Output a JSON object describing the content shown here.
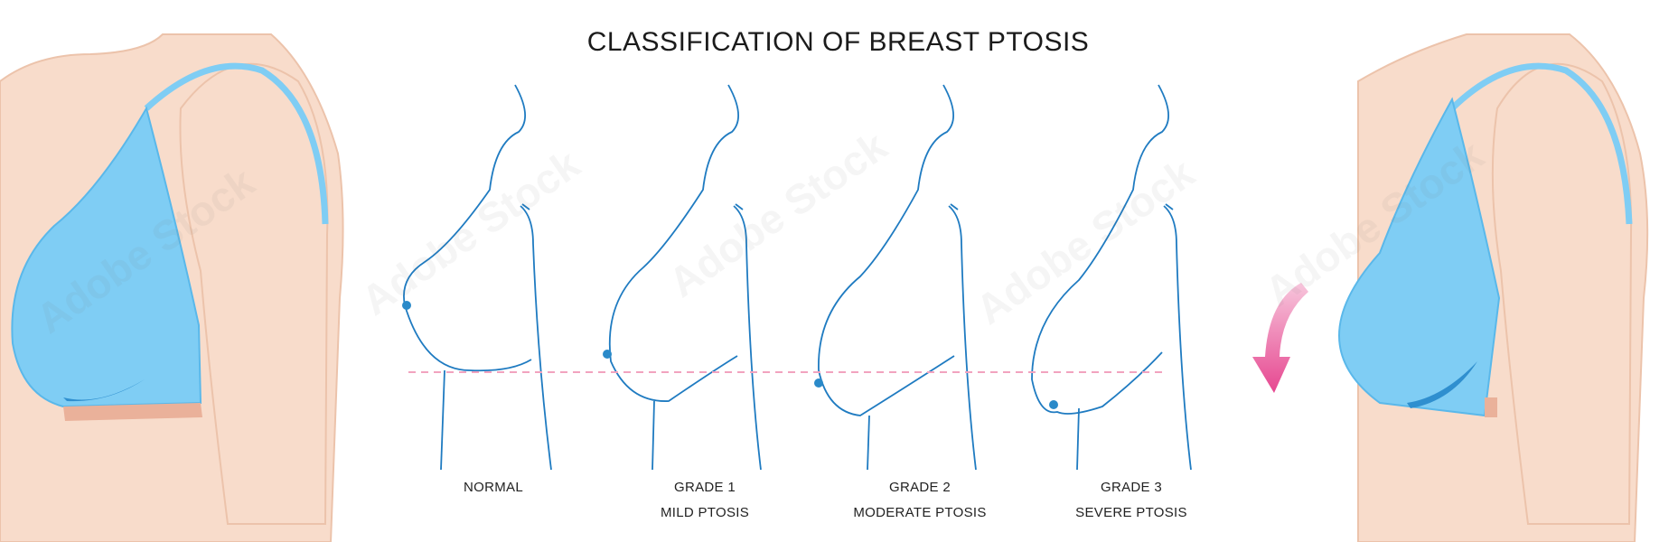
{
  "title": "CLASSIFICATION OF BREAST PTOSIS",
  "grades": [
    {
      "name": "NORMAL",
      "desc": ""
    },
    {
      "name": "GRADE 1",
      "desc": "MILD PTOSIS"
    },
    {
      "name": "GRADE 2",
      "desc": "MODERATE PTOSIS"
    },
    {
      "name": "GRADE 3",
      "desc": "SEVERE PTOSIS"
    }
  ],
  "watermark": "Adobe Stock",
  "colors": {
    "skin": "#f8dccb",
    "skin_outline": "#ecc3ab",
    "bra": "#7fcdf4",
    "bra_dark": "#2f8fcf",
    "band": "#eab19a",
    "line": "#1f7bc1",
    "nipple": "#2a8ac9",
    "dashed": "#f2a3bf",
    "arrow": "#e64790"
  },
  "icons": {
    "arrow": "sag-down-arrow-icon"
  }
}
